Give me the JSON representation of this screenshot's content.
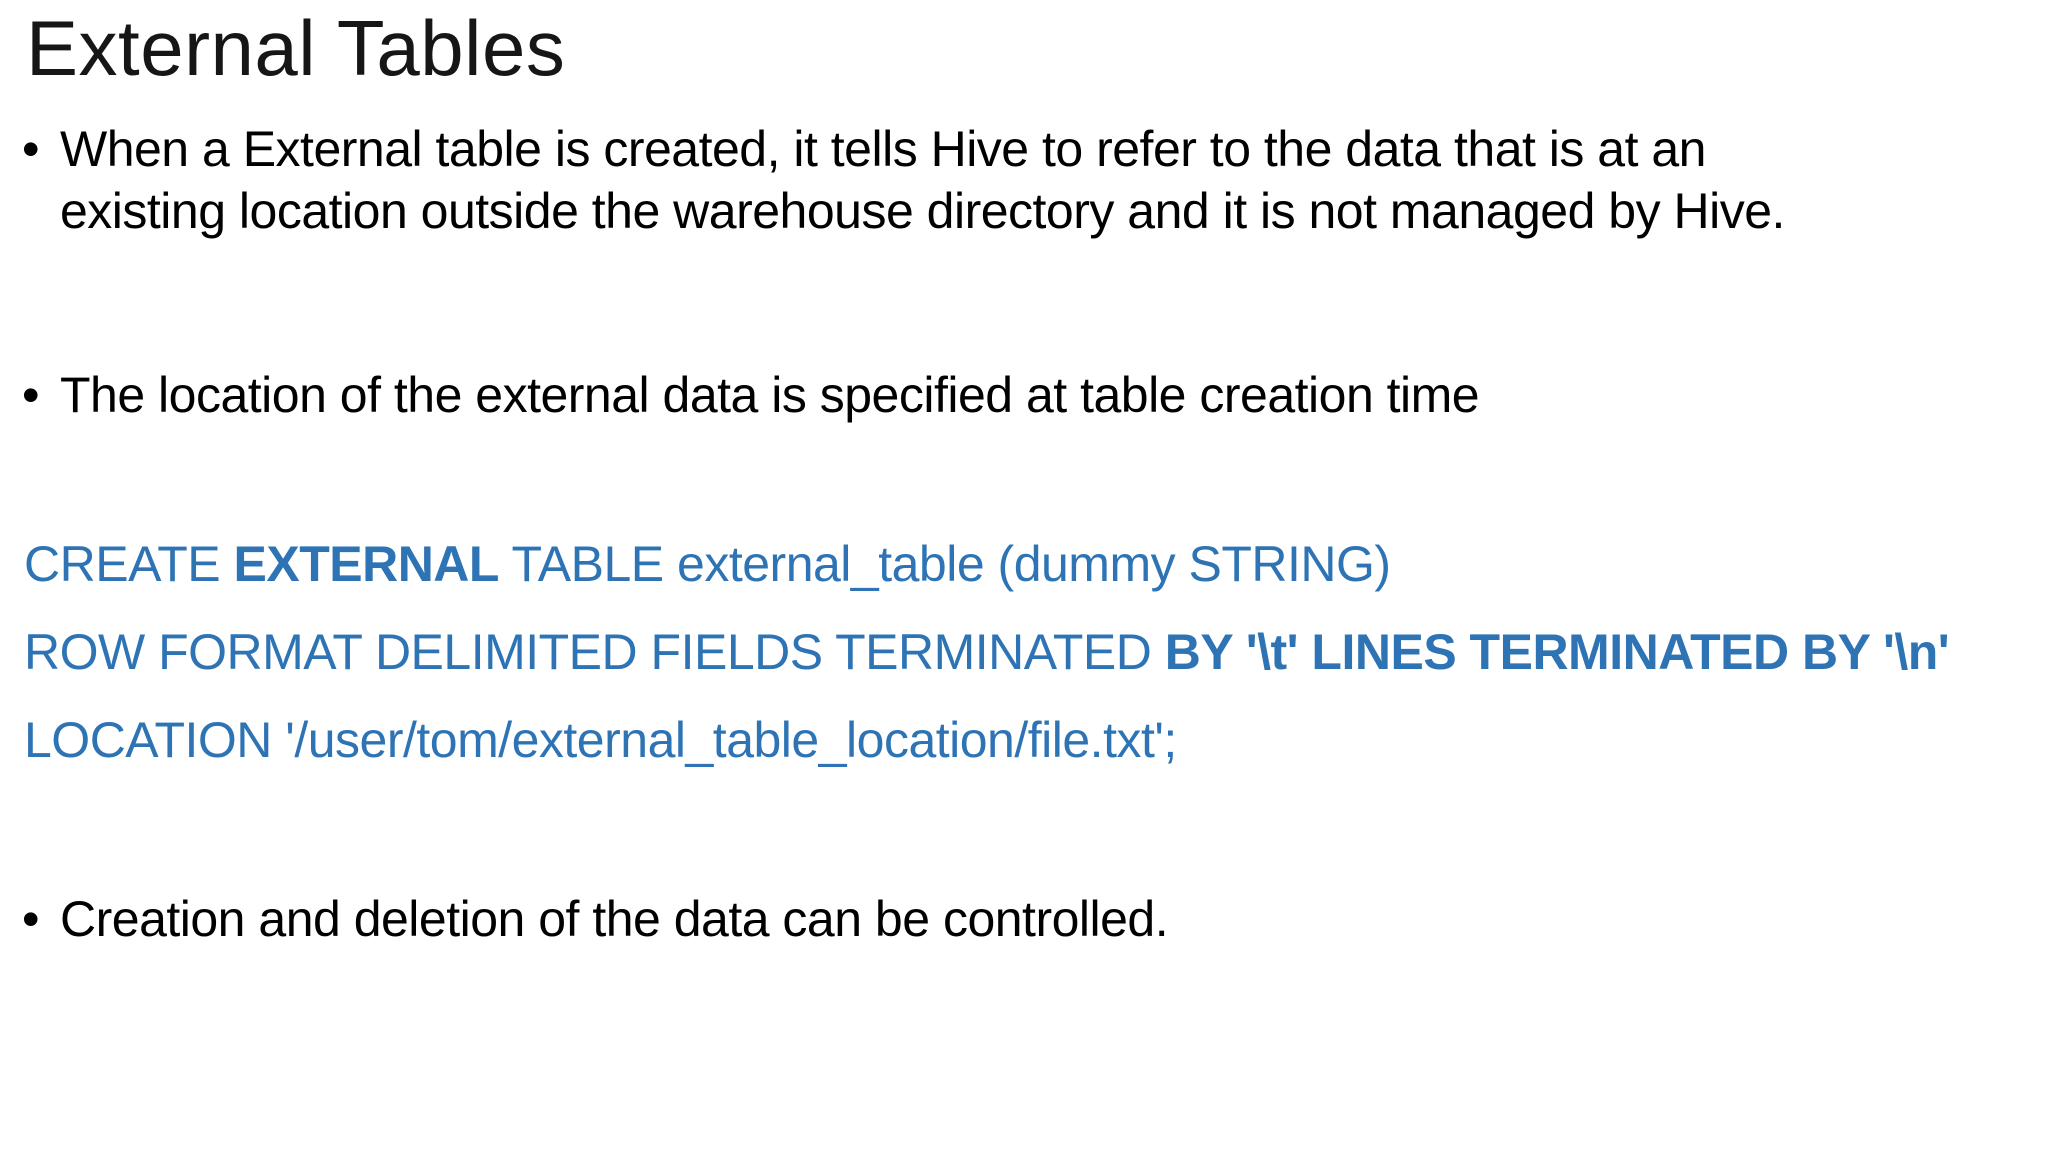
{
  "slide": {
    "title": "External Tables",
    "bullet_char": "•",
    "bullet1": {
      "lines": [
        "When a External table is created, it tells Hive to refer to the data that is at an",
        "existing location outside the warehouse directory and it is not managed by Hive."
      ]
    },
    "bullet2": "The location of the external data is specified at table creation time",
    "code": {
      "line1": {
        "pre": "CREATE ",
        "bold": "EXTERNAL",
        "post": " TABLE external_table (dummy STRING)"
      },
      "line2": {
        "pre": "ROW FORMAT DELIMITED FIELDS TERMINATED ",
        "bold": "BY '\\t' LINES TERMINATED BY '\\n'",
        "post": ""
      },
      "line3": {
        "pre": "LOCATION '/user/tom/external_table_location/file.txt';",
        "bold": "",
        "post": ""
      }
    },
    "bullet3": "Creation and deletion of the data can be controlled.",
    "colors": {
      "background": "#FFFFFF",
      "text": "#000000",
      "code_blue": "#2E74B5"
    }
  }
}
